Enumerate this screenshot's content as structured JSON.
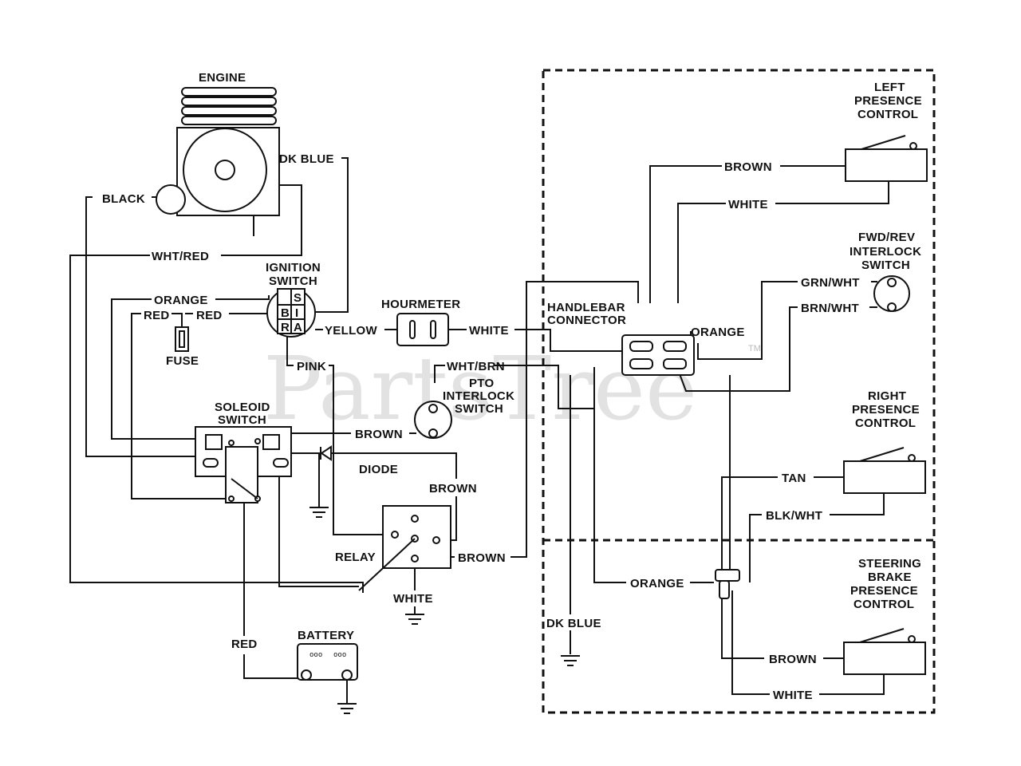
{
  "watermark": "PartsTree",
  "watermark_tm": "TM",
  "components": {
    "engine": "ENGINE",
    "ignition_switch": [
      "IGNITION",
      "SWITCH"
    ],
    "ignition_terminals": {
      "s": "S",
      "b": "B",
      "i": "I",
      "r": "R",
      "a": "A"
    },
    "fuse": "FUSE",
    "hourmeter": "HOURMETER",
    "pto_switch": [
      "PTO",
      "INTERLOCK",
      "SWITCH"
    ],
    "solenoid_switch": [
      "SOLEOID",
      "SWITCH"
    ],
    "diode": "DIODE",
    "relay": "RELAY",
    "battery": "BATTERY",
    "handlebar_connector": [
      "HANDLEBAR",
      "CONNECTOR"
    ],
    "left_presence": [
      "LEFT",
      "PRESENCE",
      "CONTROL"
    ],
    "fwd_rev": [
      "FWD/REV",
      "INTERLOCK",
      "SWITCH"
    ],
    "right_presence": [
      "RIGHT",
      "PRESENCE",
      "CONTROL"
    ],
    "steering_brake": [
      "STEERING",
      "BRAKE",
      "PRESENCE",
      "CONTROL"
    ]
  },
  "wires": {
    "dk_blue_engine": "DK BLUE",
    "black": "BLACK",
    "wht_red": "WHT/RED",
    "orange_ign": "ORANGE",
    "red_fuse_left": "RED",
    "red_fuse_right": "RED",
    "yellow": "YELLOW",
    "white_hour": "WHITE",
    "pink": "PINK",
    "wht_brn": "WHT/BRN",
    "brown_pto": "BROWN",
    "brown_diode": "BROWN",
    "brown_relay": "BROWN",
    "white_relay": "WHITE",
    "red_battery": "RED",
    "brown_left": "BROWN",
    "white_left": "WHITE",
    "grn_wht": "GRN/WHT",
    "brn_wht": "BRN/WHT",
    "orange_handle": "ORANGE",
    "tan": "TAN",
    "blk_wht": "BLK/WHT",
    "orange_brake": "ORANGE",
    "dk_blue_ground": "DK BLUE",
    "brown_steer": "BROWN",
    "white_steer": "WHITE"
  }
}
